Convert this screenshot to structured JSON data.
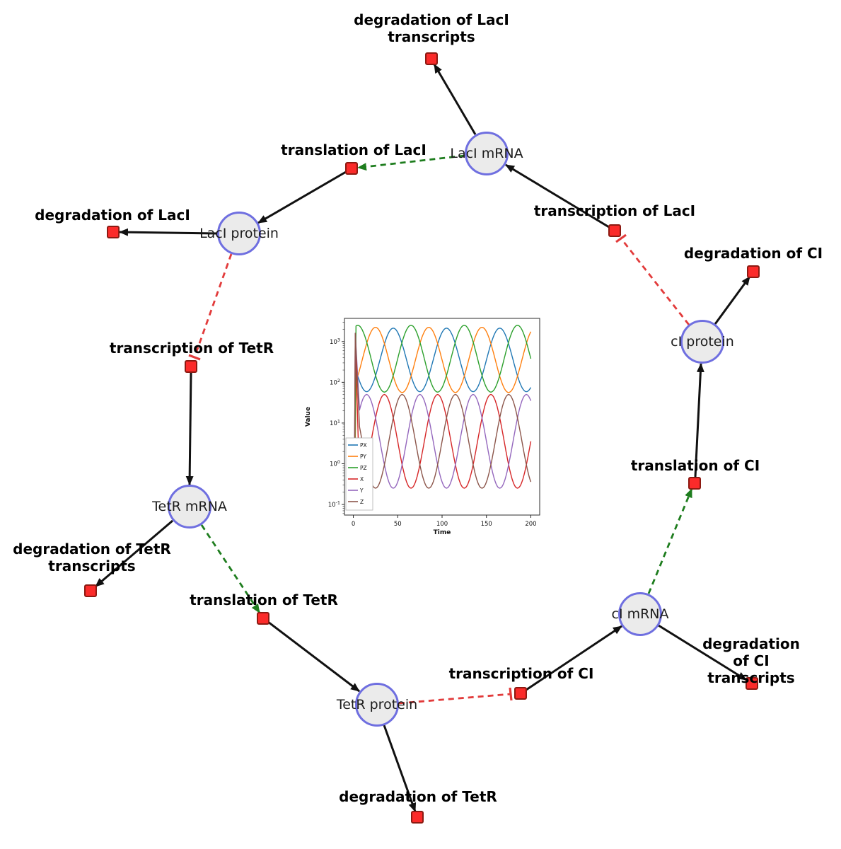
{
  "diagram": {
    "species": [
      {
        "id": "laci-mrna",
        "label": "LacI mRNA"
      },
      {
        "id": "laci-protein",
        "label": "LacI protein"
      },
      {
        "id": "tetr-mrna",
        "label": "TetR mRNA"
      },
      {
        "id": "tetr-protein",
        "label": "TetR protein"
      },
      {
        "id": "ci-mrna",
        "label": "cI mRNA"
      },
      {
        "id": "ci-protein",
        "label": "cI protein"
      }
    ],
    "reactions": [
      {
        "id": "degradation-laci-transcripts",
        "label": "degradation of LacI transcripts"
      },
      {
        "id": "translation-laci",
        "label": "translation of LacI"
      },
      {
        "id": "degradation-laci",
        "label": "degradation of LacI"
      },
      {
        "id": "transcription-laci",
        "label": "transcription of LacI"
      },
      {
        "id": "degradation-ci",
        "label": "degradation of CI"
      },
      {
        "id": "transcription-tetr",
        "label": "transcription of TetR"
      },
      {
        "id": "degradation-tetr-transcripts",
        "label": "degradation of TetR transcripts"
      },
      {
        "id": "translation-tetr",
        "label": "translation of TetR"
      },
      {
        "id": "degradation-tetr",
        "label": "degradation of TetR"
      },
      {
        "id": "transcription-ci",
        "label": "transcription of CI"
      },
      {
        "id": "degradation-ci-transcripts",
        "label": "degradation of CI transcripts"
      },
      {
        "id": "translation-ci",
        "label": "translation of CI"
      }
    ],
    "edges": [
      {
        "from": "laci-mrna",
        "to": "degradation-laci-transcripts",
        "type": "solid"
      },
      {
        "from": "transcription-laci",
        "to": "laci-mrna",
        "type": "solid"
      },
      {
        "from": "laci-mrna",
        "to": "translation-laci",
        "type": "modifier-dashed-green"
      },
      {
        "from": "translation-laci",
        "to": "laci-protein",
        "type": "solid"
      },
      {
        "from": "laci-protein",
        "to": "degradation-laci",
        "type": "solid"
      },
      {
        "from": "laci-protein",
        "to": "transcription-tetr",
        "type": "inhibition-dashed-red"
      },
      {
        "from": "transcription-tetr",
        "to": "tetr-mrna",
        "type": "solid"
      },
      {
        "from": "tetr-mrna",
        "to": "degradation-tetr-transcripts",
        "type": "solid"
      },
      {
        "from": "tetr-mrna",
        "to": "translation-tetr",
        "type": "modifier-dashed-green"
      },
      {
        "from": "translation-tetr",
        "to": "tetr-protein",
        "type": "solid"
      },
      {
        "from": "tetr-protein",
        "to": "degradation-tetr",
        "type": "solid"
      },
      {
        "from": "tetr-protein",
        "to": "transcription-ci",
        "type": "inhibition-dashed-red"
      },
      {
        "from": "transcription-ci",
        "to": "ci-mrna",
        "type": "solid"
      },
      {
        "from": "ci-mrna",
        "to": "degradation-ci-transcripts",
        "type": "solid"
      },
      {
        "from": "ci-mrna",
        "to": "translation-ci",
        "type": "modifier-dashed-green"
      },
      {
        "from": "translation-ci",
        "to": "ci-protein",
        "type": "solid"
      },
      {
        "from": "ci-protein",
        "to": "degradation-ci",
        "type": "solid"
      },
      {
        "from": "ci-protein",
        "to": "transcription-laci",
        "type": "inhibition-dashed-red"
      }
    ],
    "colors": {
      "species_fill": "#ebebeb",
      "species_border": "#6f6fe0",
      "reaction_fill": "#fb2b2a",
      "reaction_border": "#8c1a12",
      "edge_solid": "#111111",
      "edge_modifier": "#1e7d1e",
      "edge_inhibition": "#e23b3b"
    }
  },
  "chart_data": {
    "type": "line",
    "title": "",
    "xlabel": "Time",
    "ylabel": "Value",
    "x_range": [
      -10,
      210
    ],
    "xticks": [
      0,
      50,
      100,
      150,
      200
    ],
    "y_scale": "log",
    "ytick_exponents": [
      -1,
      0,
      1,
      2,
      3
    ],
    "y_range_exponents": [
      -1.26,
      3.57
    ],
    "legend_position": "lower left",
    "grid": false,
    "oscillation_period": 60,
    "series": [
      {
        "name": "PX",
        "color": "#1f77b4",
        "group": "protein",
        "log_center": 2.55,
        "log_amplitude": 0.78,
        "peak_time": 45,
        "approx_min": 60,
        "approx_max": 2000
      },
      {
        "name": "PY",
        "color": "#ff7f0e",
        "group": "protein",
        "log_center": 2.55,
        "log_amplitude": 0.8,
        "peak_time": 85,
        "approx_min": 55,
        "approx_max": 2200
      },
      {
        "name": "PZ",
        "color": "#2ca02c",
        "group": "protein",
        "log_center": 2.58,
        "log_amplitude": 0.82,
        "peak_time": 65,
        "approx_min": 55,
        "approx_max": 2400
      },
      {
        "name": "X",
        "color": "#d62728",
        "group": "mrna",
        "log_center": 0.55,
        "log_amplitude": 1.15,
        "peak_time": 35,
        "approx_min": 0.25,
        "approx_max": 30
      },
      {
        "name": "Y",
        "color": "#9467bd",
        "group": "mrna",
        "log_center": 0.55,
        "log_amplitude": 1.15,
        "peak_time": 75,
        "approx_min": 0.25,
        "approx_max": 30
      },
      {
        "name": "Z",
        "color": "#8c564b",
        "group": "mrna",
        "log_center": 0.55,
        "log_amplitude": 1.15,
        "peak_time": 55,
        "approx_min": 0.25,
        "approx_max": 30
      }
    ]
  }
}
